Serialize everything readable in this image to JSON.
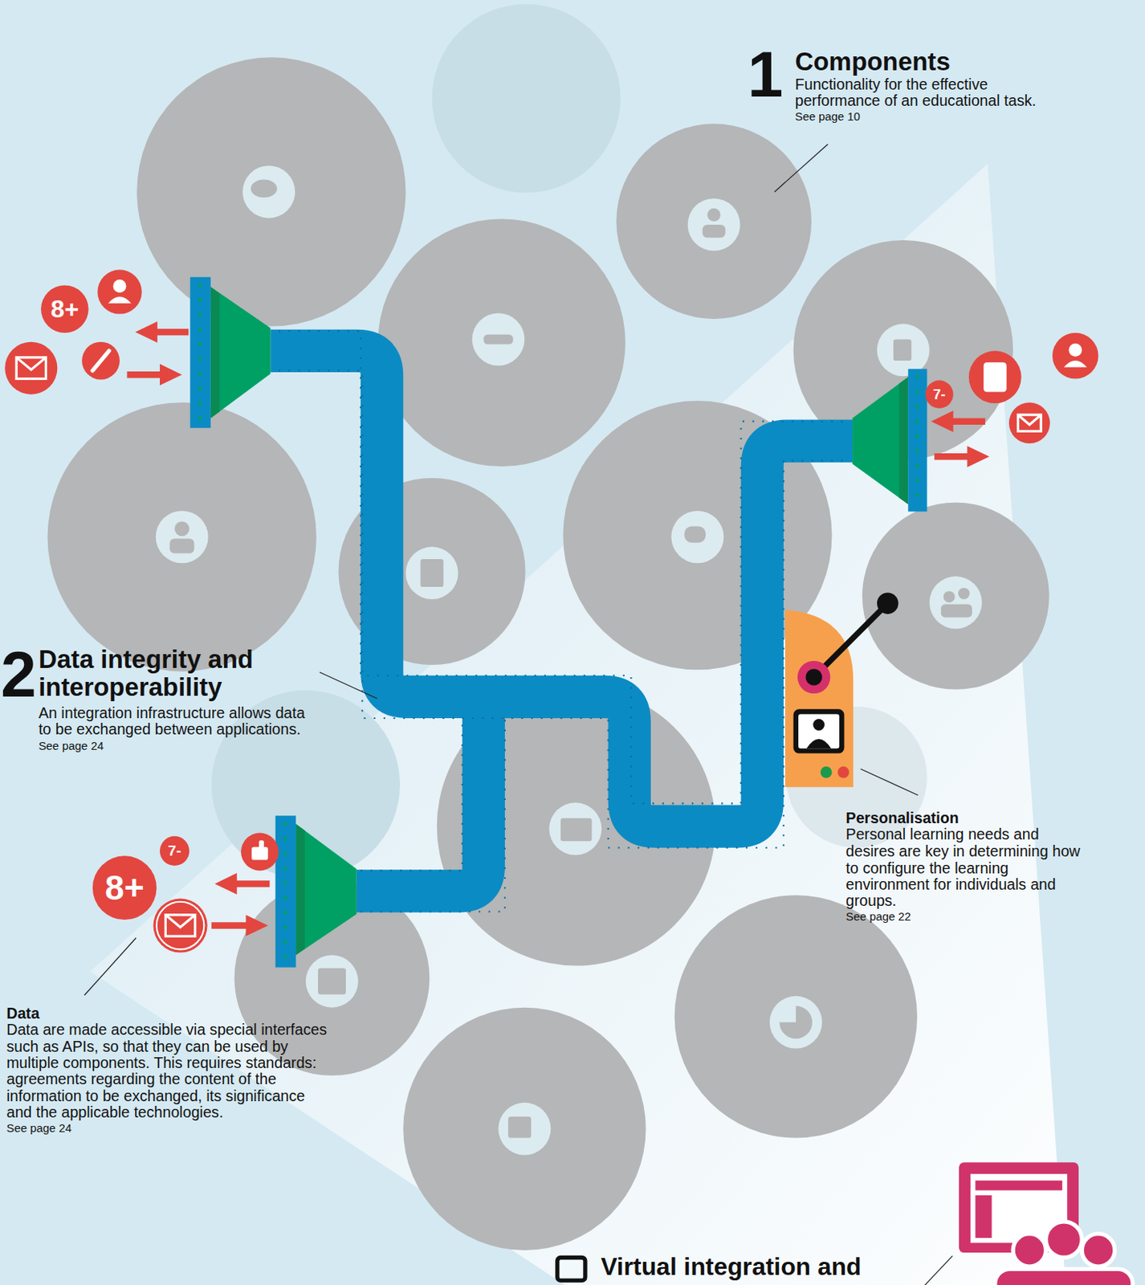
{
  "diagram": {
    "nodes": [
      {
        "text": [
          "8+"
        ]
      },
      {
        "text": [
          "7-"
        ]
      },
      {
        "text": [
          "7-"
        ]
      },
      {
        "text": [
          "8+"
        ]
      }
    ],
    "labels": [
      "1",
      "Components",
      "Functionality for the effective performance of an educational task.",
      "See page 10",
      "2",
      "Data integrity and interoperability",
      "An integration infrastructure allows data to be exchanged between applications.",
      "See page 24",
      "Personalisation",
      "Personal learning needs and desires are key in determining how to configure the learning environment for individuals and groups.",
      "See page 22",
      "Data",
      "Data are made accessible via special interfaces such as APIs, so that they can be used by multiple components. This requires standards: agreements regarding the content of the information to be exchanged, its significance and the applicable technologies.",
      "See page 24",
      "Virtual integration and"
    ]
  }
}
